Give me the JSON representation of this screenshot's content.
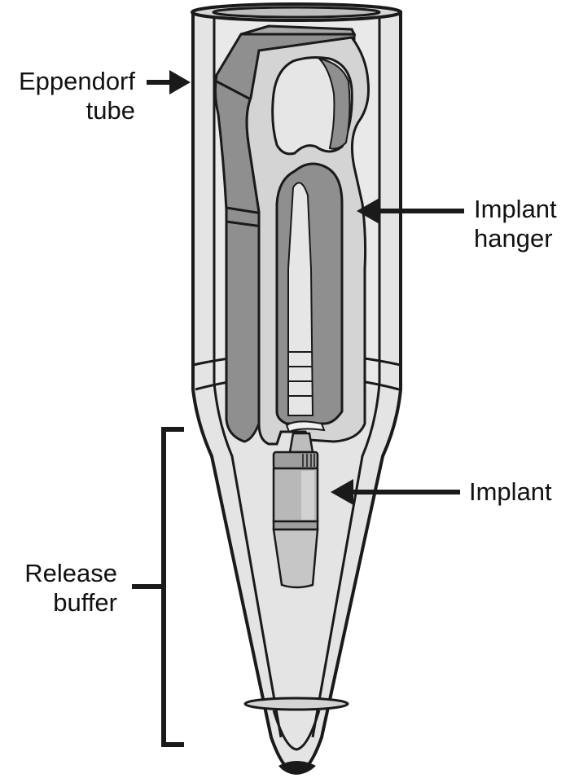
{
  "labels": {
    "eppendorf_tube": [
      "Eppendorf",
      "tube"
    ],
    "implant_hanger": [
      "Implant",
      "hanger"
    ],
    "implant": "Implant",
    "release_buffer": [
      "Release",
      "buffer"
    ]
  },
  "colors": {
    "outline": "#1a1a1a",
    "tube_fill": "#e8e8e8",
    "tube_wall": "#dcdcdc",
    "hanger_light": "#d6d6d6",
    "hanger_dark": "#8e8e8e",
    "hanger_shadow": "#a8a8a8",
    "implant_body": "#b4b4b4",
    "implant_tip": "#c8c8c8",
    "background": "#ffffff"
  }
}
